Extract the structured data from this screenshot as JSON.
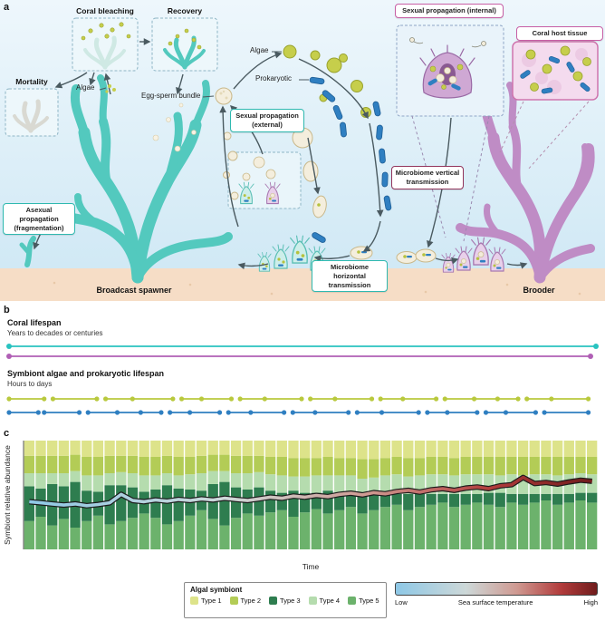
{
  "panel_a": {
    "label": "a",
    "coral_bleaching": "Coral bleaching",
    "recovery": "Recovery",
    "mortality": "Mortality",
    "algae_left": "Algae",
    "algae_center": "Algae",
    "prokaryotic": "Prokaryotic",
    "egg_sperm_bundle": "Egg-sperm bundle",
    "sexual_propagation_external": "Sexual propagation (external)",
    "sexual_propagation_internal": "Sexual propagation (internal)",
    "coral_host_tissue": "Coral host tissue",
    "microbiome_vertical": "Microbiome vertical transmission",
    "microbiome_horizontal": "Microbiome horizontal transmission",
    "asexual_propagation": "Asexual propagation (fragmentation)",
    "broadcast_spawner": "Broadcast spawner",
    "brooder": "Brooder",
    "colors": {
      "broadcast_coral": "#53c9be",
      "brooder_coral": "#bf8cc5",
      "algae_cell": "#c6ce4b",
      "prokaryote_cell": "#2f7fc1",
      "egg": "#f4eedd",
      "seafloor": "#f6ddc6"
    }
  },
  "panel_b": {
    "label": "b",
    "coral_lifespan_title": "Coral lifespan",
    "coral_lifespan_subtitle": "Years to decades or centuries",
    "symbiont_title": "Symbiont algae and prokaryotic lifespan",
    "symbiont_subtitle": "Hours to days",
    "coral_line_colors": [
      "#29c3c0",
      "#b05fb5"
    ],
    "algae_color": "#b9c93d",
    "prokaryote_color": "#2f7fc1",
    "algae_segments": [
      [
        0,
        0.06
      ],
      [
        0.075,
        0.15
      ],
      [
        0.165,
        0.28
      ],
      [
        0.295,
        0.38
      ],
      [
        0.395,
        0.5
      ],
      [
        0.515,
        0.62
      ],
      [
        0.635,
        0.73
      ],
      [
        0.745,
        0.87
      ],
      [
        0.885,
        0.99
      ]
    ],
    "prokaryote_segments": [
      [
        0,
        0.05
      ],
      [
        0.06,
        0.12
      ],
      [
        0.135,
        0.26
      ],
      [
        0.275,
        0.36
      ],
      [
        0.375,
        0.47
      ],
      [
        0.485,
        0.58
      ],
      [
        0.595,
        0.7
      ],
      [
        0.715,
        0.8
      ],
      [
        0.815,
        0.9
      ],
      [
        0.915,
        0.99
      ]
    ]
  },
  "chart_data": {
    "type": "bar",
    "subtype": "stacked-100-percent-with-temperature-line",
    "panel_label": "c",
    "xlabel": "Time",
    "ylabel": "Symbiont relative abundance",
    "x_tick_labels": [],
    "y_tick_labels": [],
    "values_unit": "fraction of 1 (relative abundance)",
    "stack_order_bottom_to_top": [
      "Type 5",
      "Type 3",
      "Type 4",
      "Type 2",
      "Type 1"
    ],
    "series": [
      {
        "name": "Type 1",
        "color": "#dde38a",
        "values": [
          0.14,
          0.14,
          0.14,
          0.14,
          0.13,
          0.15,
          0.15,
          0.14,
          0.14,
          0.14,
          0.15,
          0.15,
          0.14,
          0.15,
          0.15,
          0.14,
          0.13,
          0.13,
          0.14,
          0.14,
          0.14,
          0.15,
          0.15,
          0.16,
          0.16,
          0.16,
          0.15,
          0.16,
          0.16,
          0.17,
          0.17,
          0.16,
          0.15,
          0.16,
          0.16,
          0.15,
          0.15,
          0.16,
          0.15,
          0.15,
          0.15,
          0.15,
          0.15,
          0.15,
          0.15,
          0.15,
          0.15,
          0.15,
          0.15,
          0.15
        ]
      },
      {
        "name": "Type 2",
        "color": "#b3cc56",
        "values": [
          0.16,
          0.16,
          0.16,
          0.16,
          0.15,
          0.17,
          0.17,
          0.16,
          0.15,
          0.16,
          0.17,
          0.17,
          0.16,
          0.17,
          0.16,
          0.16,
          0.15,
          0.15,
          0.16,
          0.16,
          0.15,
          0.16,
          0.17,
          0.17,
          0.17,
          0.16,
          0.17,
          0.16,
          0.16,
          0.18,
          0.17,
          0.16,
          0.16,
          0.17,
          0.16,
          0.16,
          0.16,
          0.16,
          0.16,
          0.16,
          0.16,
          0.17,
          0.16,
          0.17,
          0.16,
          0.16,
          0.17,
          0.16,
          0.15,
          0.16
        ]
      },
      {
        "name": "Type 3",
        "color": "#2e7d4f",
        "values": [
          0.32,
          0.26,
          0.38,
          0.3,
          0.42,
          0.28,
          0.22,
          0.36,
          0.33,
          0.28,
          0.2,
          0.26,
          0.36,
          0.3,
          0.24,
          0.18,
          0.32,
          0.4,
          0.28,
          0.22,
          0.26,
          0.2,
          0.16,
          0.24,
          0.18,
          0.15,
          0.21,
          0.16,
          0.12,
          0.18,
          0.14,
          0.12,
          0.1,
          0.15,
          0.12,
          0.1,
          0.08,
          0.12,
          0.1,
          0.08,
          0.11,
          0.13,
          0.08,
          0.1,
          0.08,
          0.06,
          0.1,
          0.08,
          0.07,
          0.09
        ]
      },
      {
        "name": "Type 4",
        "color": "#b5dcae",
        "values": [
          0.12,
          0.14,
          0.1,
          0.12,
          0.1,
          0.14,
          0.15,
          0.11,
          0.12,
          0.13,
          0.15,
          0.13,
          0.11,
          0.12,
          0.14,
          0.16,
          0.12,
          0.1,
          0.13,
          0.15,
          0.14,
          0.15,
          0.16,
          0.13,
          0.15,
          0.16,
          0.14,
          0.16,
          0.17,
          0.14,
          0.16,
          0.17,
          0.18,
          0.16,
          0.17,
          0.18,
          0.18,
          0.17,
          0.18,
          0.18,
          0.17,
          0.16,
          0.18,
          0.17,
          0.18,
          0.18,
          0.17,
          0.18,
          0.18,
          0.17
        ]
      },
      {
        "name": "Type 5",
        "color": "#6cb26c",
        "values": [
          0.26,
          0.3,
          0.22,
          0.28,
          0.2,
          0.26,
          0.31,
          0.23,
          0.26,
          0.29,
          0.33,
          0.29,
          0.23,
          0.26,
          0.31,
          0.36,
          0.28,
          0.22,
          0.29,
          0.33,
          0.31,
          0.34,
          0.36,
          0.3,
          0.34,
          0.37,
          0.33,
          0.36,
          0.39,
          0.33,
          0.36,
          0.39,
          0.41,
          0.36,
          0.39,
          0.41,
          0.43,
          0.39,
          0.41,
          0.43,
          0.41,
          0.39,
          0.43,
          0.41,
          0.43,
          0.45,
          0.41,
          0.43,
          0.45,
          0.43
        ]
      }
    ],
    "line": {
      "name": "Sea surface temperature",
      "scale_labels": [
        "Low",
        "High"
      ],
      "normalized_values": [
        0.42,
        0.4,
        0.38,
        0.36,
        0.38,
        0.35,
        0.37,
        0.4,
        0.55,
        0.44,
        0.42,
        0.45,
        0.43,
        0.46,
        0.44,
        0.47,
        0.45,
        0.48,
        0.46,
        0.44,
        0.47,
        0.5,
        0.48,
        0.52,
        0.5,
        0.53,
        0.51,
        0.55,
        0.57,
        0.54,
        0.58,
        0.56,
        0.6,
        0.62,
        0.59,
        0.63,
        0.65,
        0.62,
        0.66,
        0.68,
        0.65,
        0.7,
        0.72,
        0.85,
        0.74,
        0.76,
        0.73,
        0.77,
        0.8,
        0.78
      ],
      "gradient_stops": [
        [
          "0",
          "#8ec8e6"
        ],
        [
          "0.35",
          "#cdd8d8"
        ],
        [
          "0.6",
          "#cf9a92"
        ],
        [
          "0.82",
          "#b23c3c"
        ],
        [
          "1",
          "#701c1c"
        ]
      ]
    }
  },
  "legend": {
    "algal_symbiont_title": "Algal symbiont",
    "sst_title": "Sea surface temperature",
    "low": "Low",
    "high": "High"
  }
}
